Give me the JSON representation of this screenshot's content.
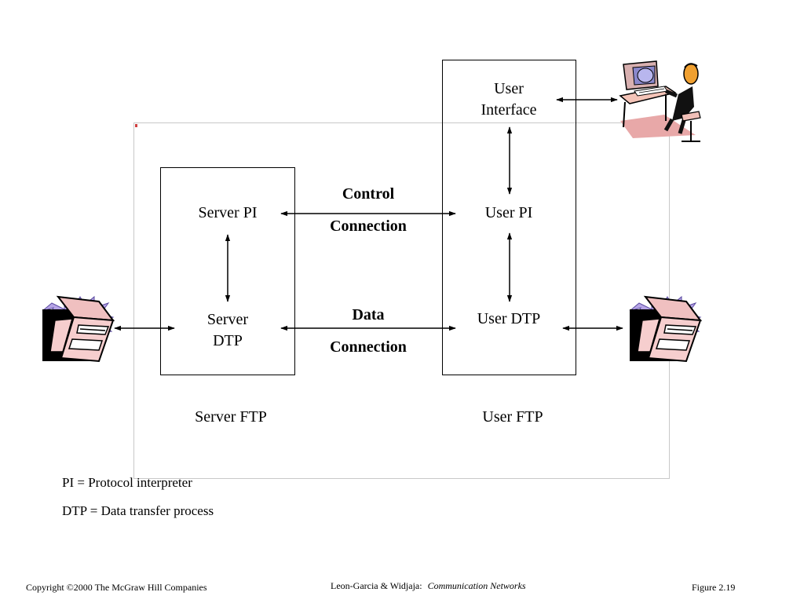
{
  "diagram": {
    "server_box": {
      "server_pi": "Server PI",
      "server_dtp_line1": "Server",
      "server_dtp_line2": "DTP"
    },
    "user_box": {
      "ui_line1": "User",
      "ui_line2": "Interface",
      "user_pi": "User PI",
      "user_dtp": "User DTP"
    },
    "control_label_line1": "Control",
    "control_label_line2": "Connection",
    "data_label_line1": "Data",
    "data_label_line2": "Connection",
    "server_ftp": "Server FTP",
    "user_ftp": "User FTP",
    "legend": {
      "pi": "PI = Protocol interpreter",
      "dtp": "DTP = Data transfer process"
    },
    "icons": {
      "user_person": "person-at-computer-icon",
      "server_files": "file-cabinet-icon",
      "user_files": "file-cabinet-icon"
    }
  },
  "footer": {
    "copyright": "Copyright ©2000 The McGraw Hill Companies",
    "authors": "Leon-Garcia & Widjaja:",
    "book_title": "Communication Networks",
    "figure": "Figure 2.19"
  }
}
